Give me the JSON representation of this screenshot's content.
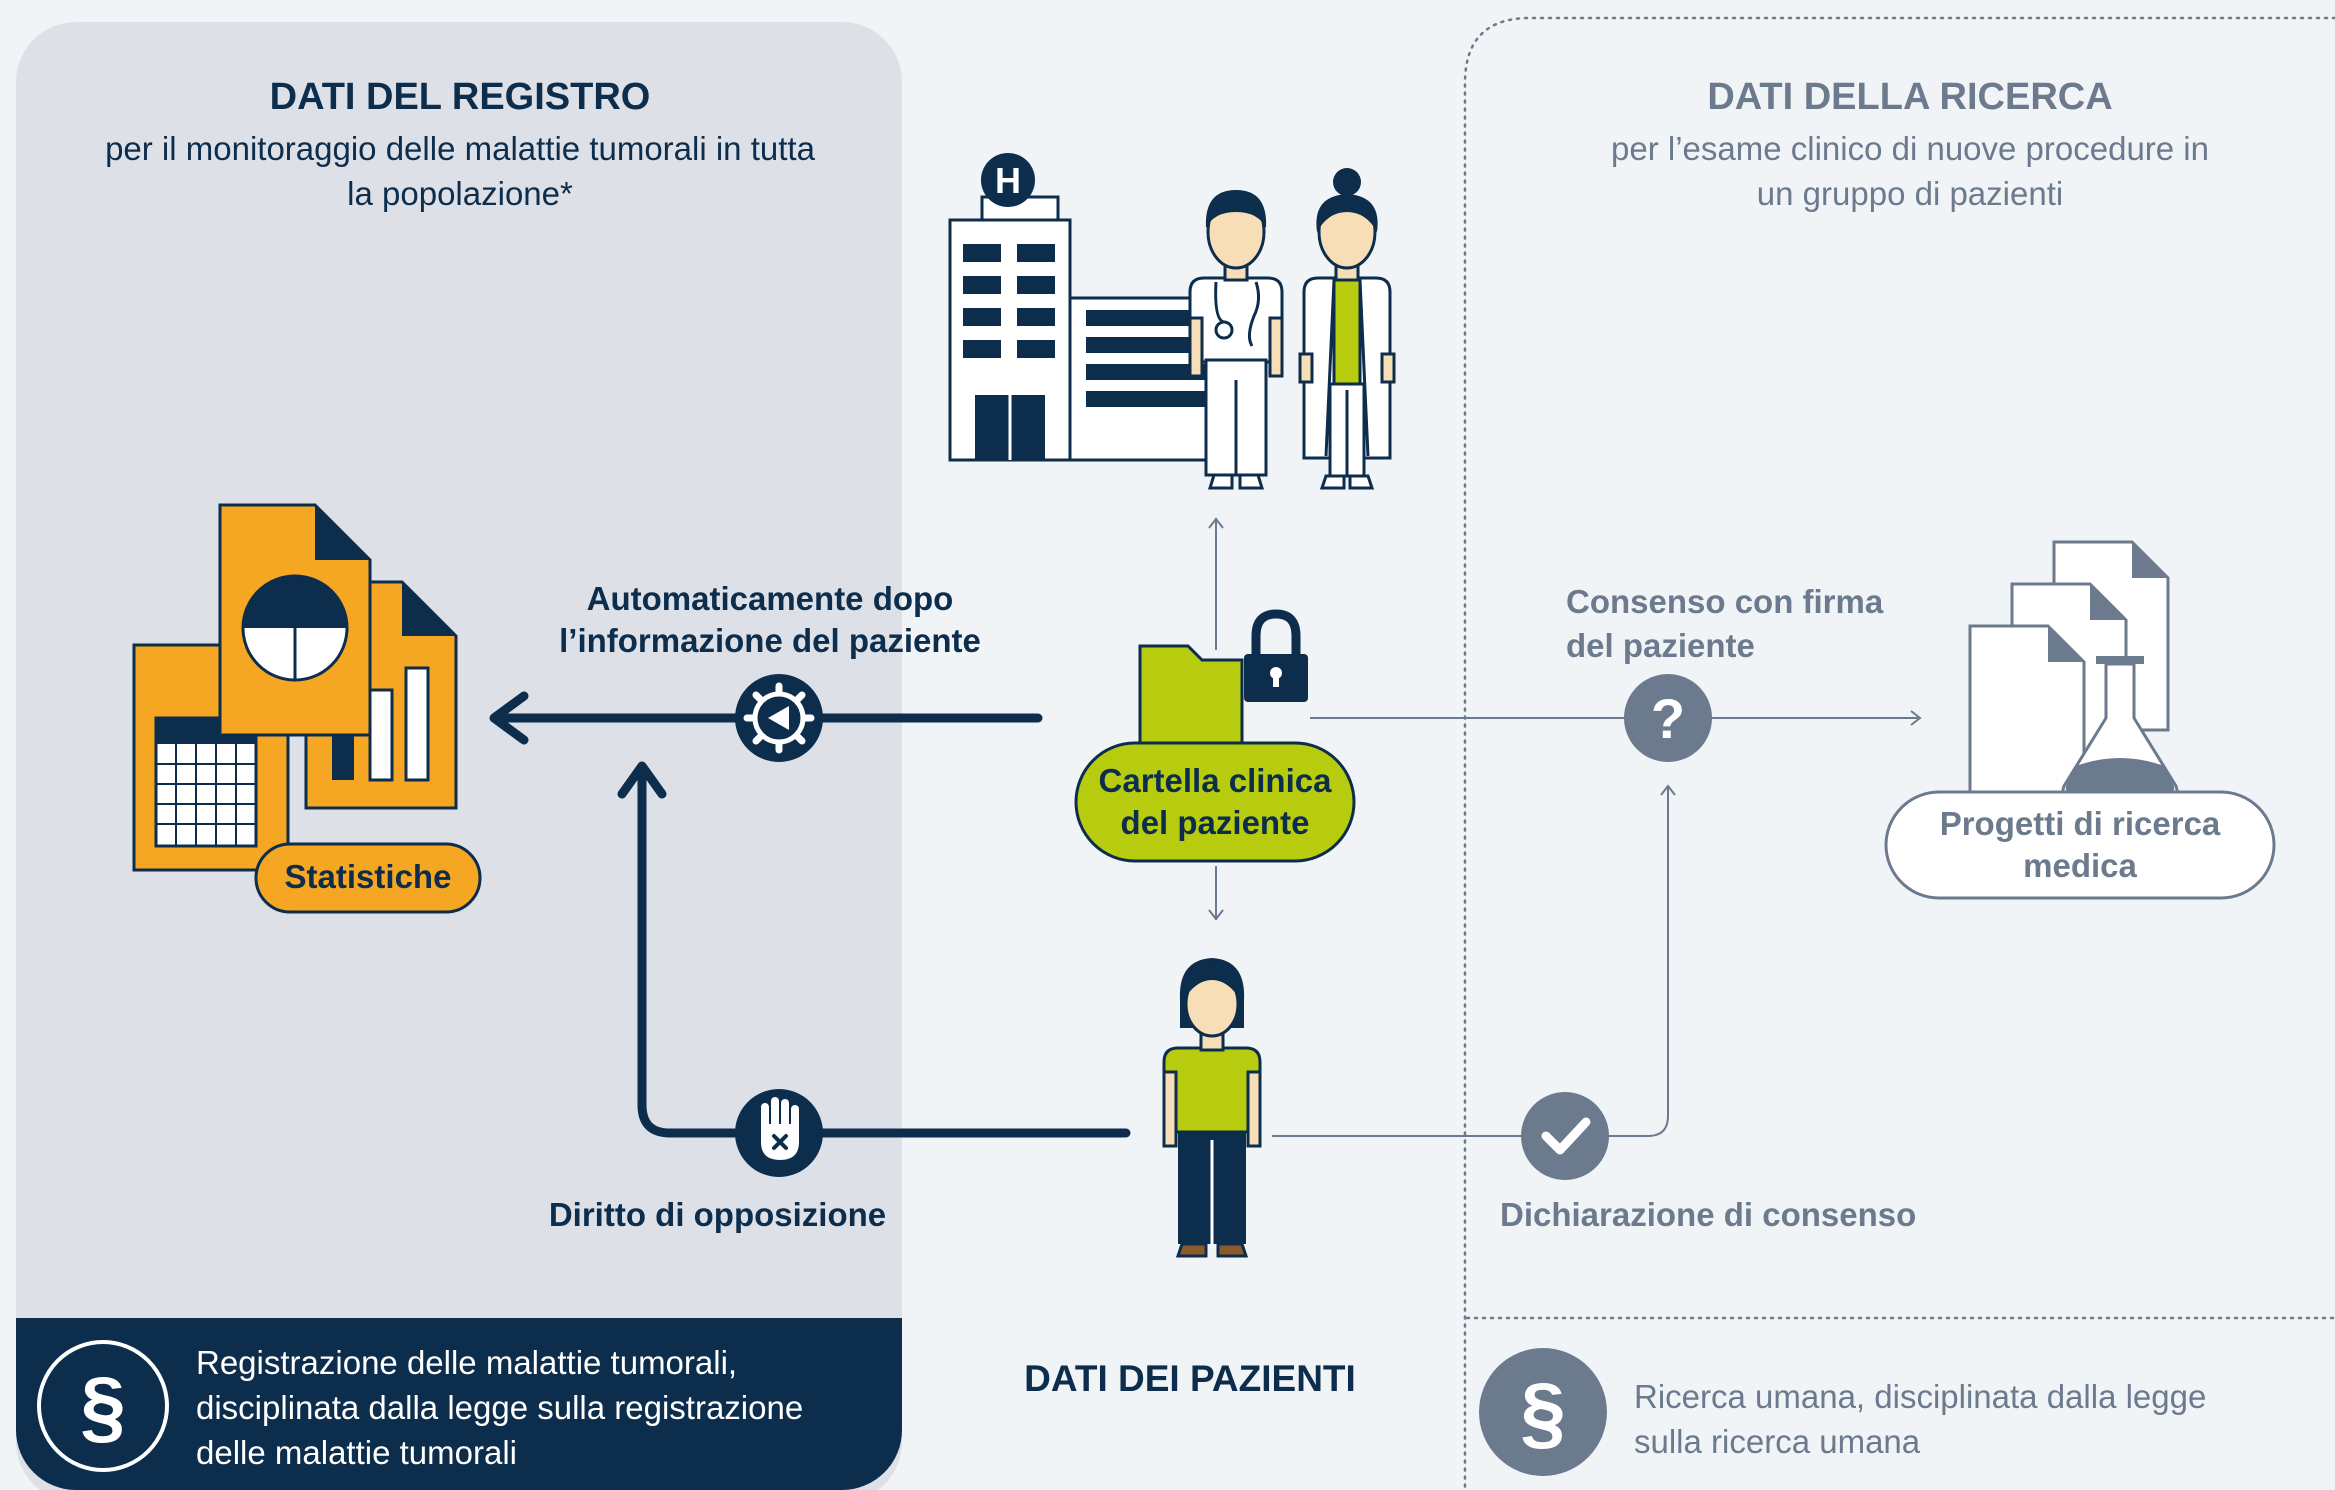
{
  "registry": {
    "title": "DATI DEL REGISTRO",
    "subtitle_line1": "per il monitoraggio delle malattie tumorali in tutta",
    "subtitle_line2": "la popolazione*",
    "stats_label": "Statistiche",
    "auto_label_line1": "Automaticamente dopo",
    "auto_label_line2": "l’informazione del paziente",
    "objection_label": "Diritto di opposizione",
    "law_line1": "Registrazione delle malattie tumorali,",
    "law_line2": "disciplinata dalla legge sulla registrazione",
    "law_line3": "delle malattie tumorali"
  },
  "research": {
    "title": "DATI DELLA RICERCA",
    "subtitle_line1": "per l’esame clinico di nuove procedure in",
    "subtitle_line2": "un gruppo di pazienti",
    "consent_sign_line1": "Consenso con firma",
    "consent_sign_line2": "del paziente",
    "projects_line1": "Progetti di ricerca",
    "projects_line2": "medica",
    "declaration_label": "Dichiarazione di consenso",
    "law_line1": "Ricerca umana, disciplinata dalla legge",
    "law_line2": "sulla ricerca umana"
  },
  "patient": {
    "record_line1": "Cartella clinica",
    "record_line2": "del paziente",
    "section_title": "DATI DEI PAZIENTI",
    "hospital_letter": "H"
  },
  "icons": {
    "law": "section-sign-icon",
    "law_glyph": "§",
    "consent_question": "question-icon",
    "question_glyph": "?",
    "lock": "lock-icon",
    "gear": "gear-icon",
    "stop_hand": "stop-hand-icon",
    "check": "check-icon"
  },
  "colors": {
    "navy": "#0d2d4c",
    "grey": "#6c7a8e",
    "orange": "#f5a623",
    "lime": "#b8cc0f",
    "panel": "#dde0e7",
    "background": "#f1f4f6"
  }
}
